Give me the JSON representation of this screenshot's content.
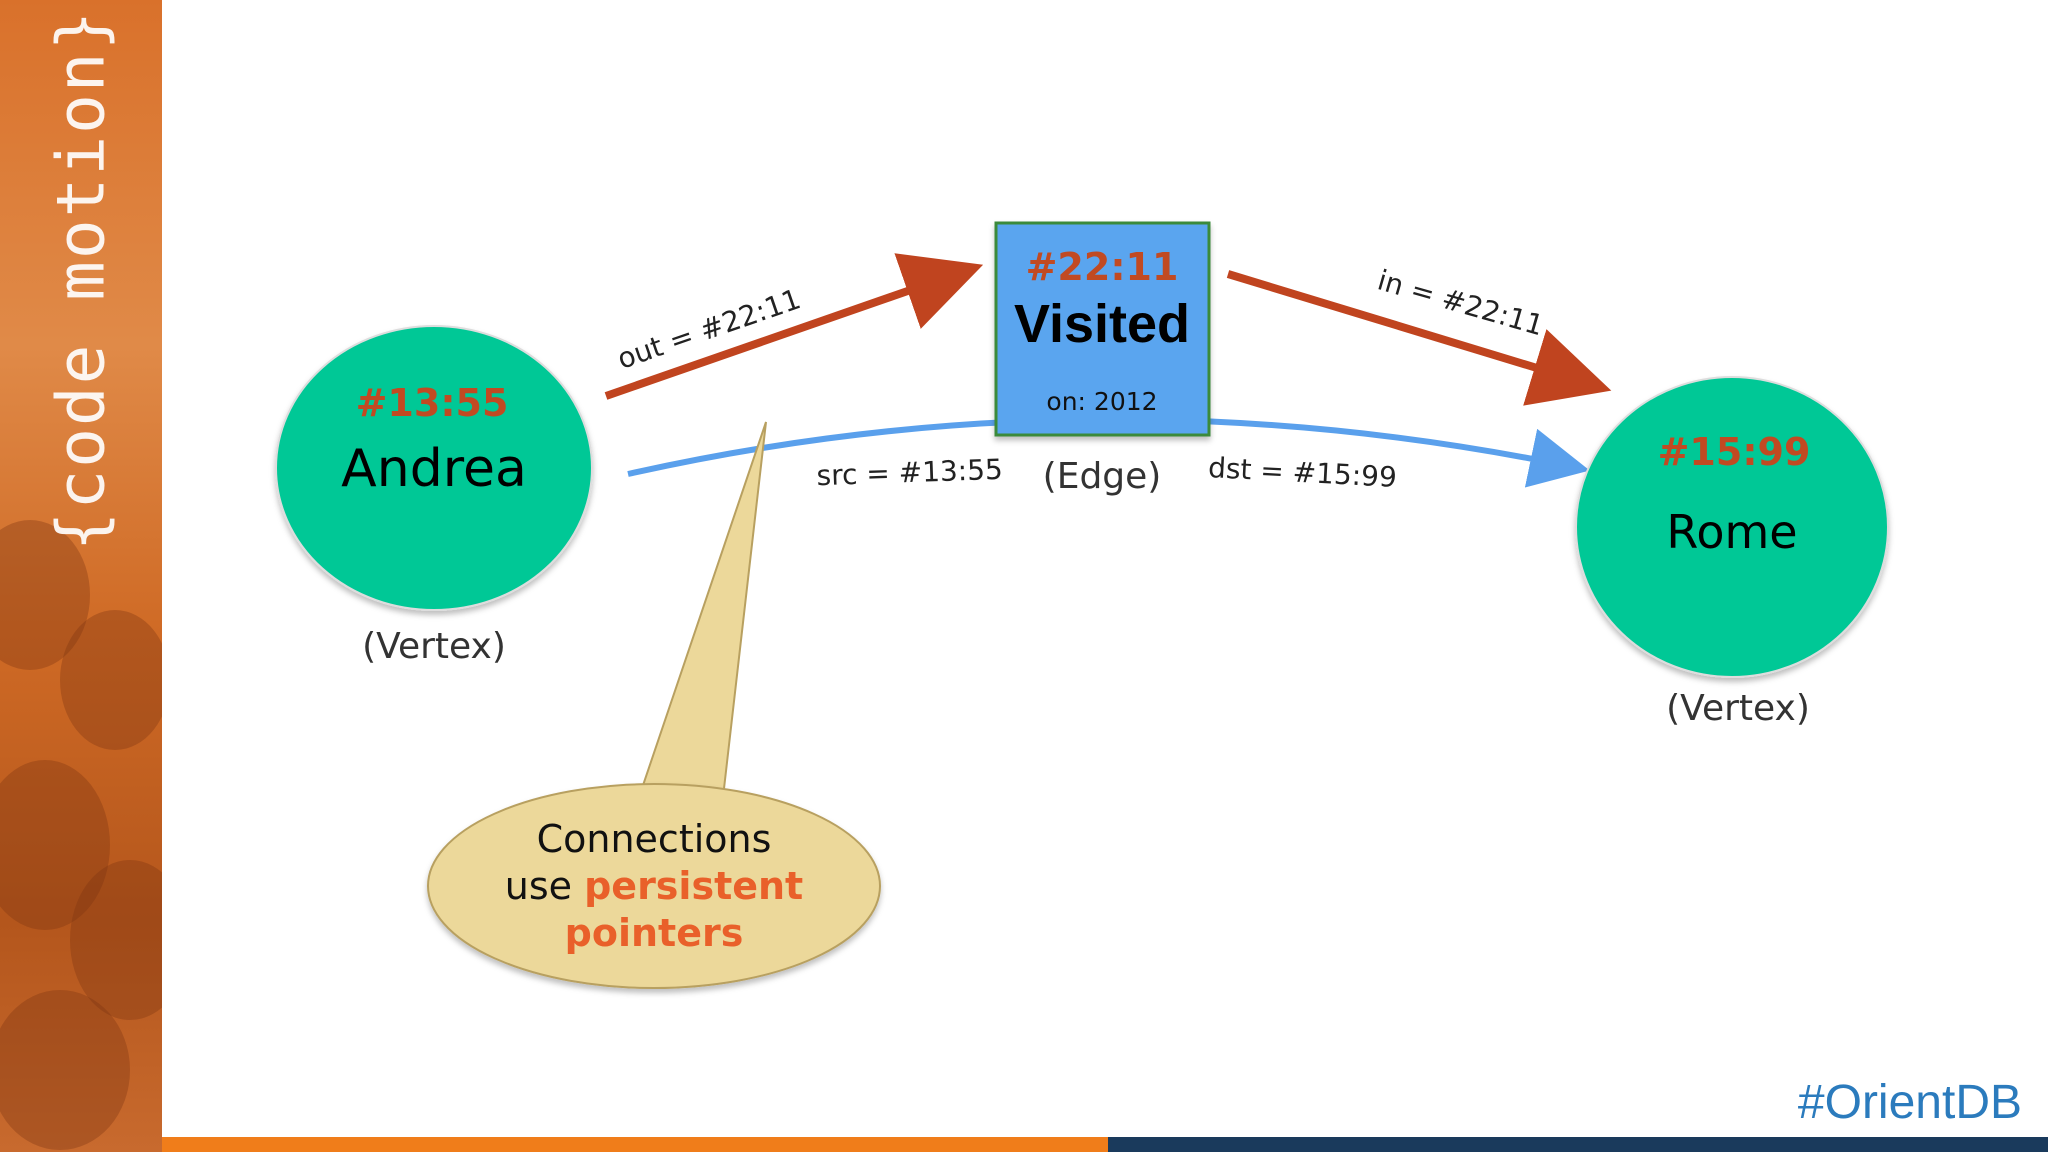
{
  "sidebar": {
    "logo_text": "{code motion}"
  },
  "vertex_from": {
    "id": "#13:55",
    "name": "Andrea",
    "caption": "(Vertex)"
  },
  "vertex_to": {
    "id": "#15:99",
    "name": "Rome",
    "caption": "(Vertex)"
  },
  "edge": {
    "id": "#22:11",
    "label": "Visited",
    "property": "on: 2012",
    "caption": "(Edge)"
  },
  "pointers": {
    "out": "out = #22:11",
    "in": "in = #22:11",
    "src": "src = #13:55",
    "dst": "dst = #15:99"
  },
  "callout": {
    "line1": "Connections",
    "line2_plain": "use ",
    "line2_em": "persistent",
    "line3_em": "pointers"
  },
  "footer": {
    "hashtag": "#OrientDB"
  },
  "colors": {
    "vertex_fill": "#00c896",
    "edge_box": "#5aa5ef",
    "arrow_red": "#c0441f",
    "arrow_blue": "#5aa0ec",
    "callout_fill": "#ecd89a",
    "accent_orange": "#f07d1a",
    "accent_navy": "#1a3a5c",
    "hashtag": "#2b7bbd"
  }
}
